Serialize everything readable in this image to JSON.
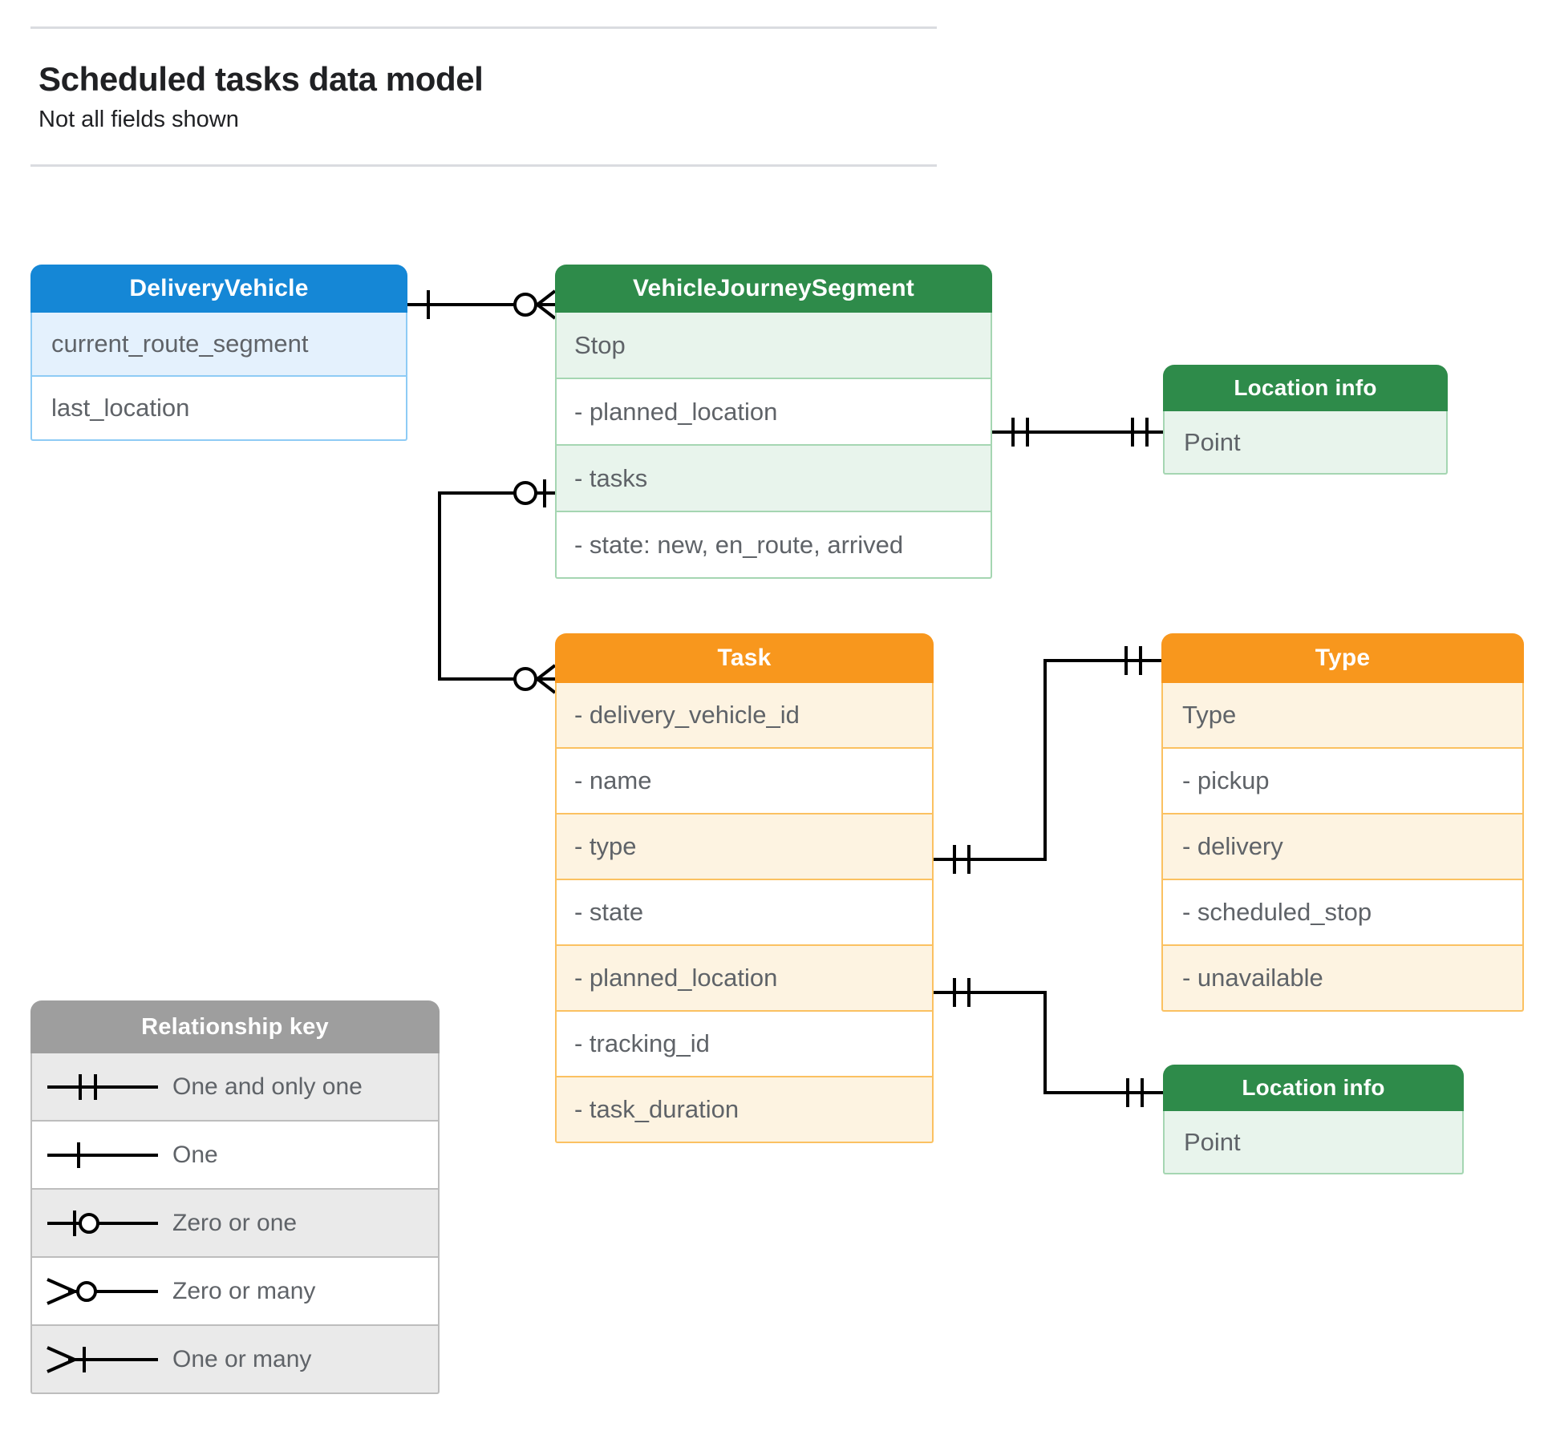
{
  "header": {
    "title": "Scheduled tasks data model",
    "subtitle": "Not all fields shown"
  },
  "colors": {
    "blue_header": "#1587d6",
    "blue_row": "#e4f1fd",
    "blue_border": "#8ecbf5",
    "green_header": "#2e8b4a",
    "green_row": "#e8f4ec",
    "green_border": "#a5d6b2",
    "orange_header": "#f8971d",
    "orange_row": "#fdf3e1",
    "orange_border": "#fbc161",
    "grey_header": "#9e9e9e",
    "grey_row": "#eaeaea",
    "text": "#5f6368",
    "line": "#000000"
  },
  "entities": {
    "delivery_vehicle": {
      "title": "DeliveryVehicle",
      "rows": [
        "current_route_segment",
        "last_location"
      ]
    },
    "vehicle_journey_segment": {
      "title": "VehicleJourneySegment",
      "rows": [
        "Stop",
        "-  planned_location",
        "- tasks",
        "- state: new, en_route, arrived"
      ]
    },
    "location_info_top": {
      "title": "Location info",
      "rows": [
        "Point"
      ]
    },
    "task": {
      "title": "Task",
      "rows": [
        "- delivery_vehicle_id",
        "- name",
        "- type",
        "- state",
        "- planned_location",
        "- tracking_id",
        "- task_duration"
      ]
    },
    "type": {
      "title": "Type",
      "rows": [
        "Type",
        "-   pickup",
        "-   delivery",
        "-   scheduled_stop",
        "-   unavailable"
      ]
    },
    "location_info_bottom": {
      "title": "Location info",
      "rows": [
        "Point"
      ]
    }
  },
  "relationship_key": {
    "title": "Relationship key",
    "items": [
      {
        "symbol": "one-and-only-one",
        "label": "One and only one"
      },
      {
        "symbol": "one",
        "label": "One"
      },
      {
        "symbol": "zero-or-one",
        "label": "Zero or one"
      },
      {
        "symbol": "zero-or-many",
        "label": "Zero or many"
      },
      {
        "symbol": "one-or-many",
        "label": "One or many"
      }
    ]
  },
  "relationships": [
    {
      "from": "DeliveryVehicle",
      "from_cardinality": "one",
      "to": "VehicleJourneySegment",
      "to_cardinality": "zero-or-many"
    },
    {
      "from": "Task",
      "from_cardinality": "zero-or-many",
      "to": "VehicleJourneySegment.tasks",
      "to_cardinality": "zero-or-one"
    },
    {
      "from": "VehicleJourneySegment.planned_location",
      "from_cardinality": "one-and-only-one",
      "to": "Location info",
      "to_cardinality": "one-and-only-one"
    },
    {
      "from": "Task.type",
      "from_cardinality": "one-and-only-one",
      "to": "Type",
      "to_cardinality": "one-and-only-one"
    },
    {
      "from": "Task.planned_location",
      "from_cardinality": "one-and-only-one",
      "to": "Location info",
      "to_cardinality": "one-and-only-one"
    }
  ]
}
